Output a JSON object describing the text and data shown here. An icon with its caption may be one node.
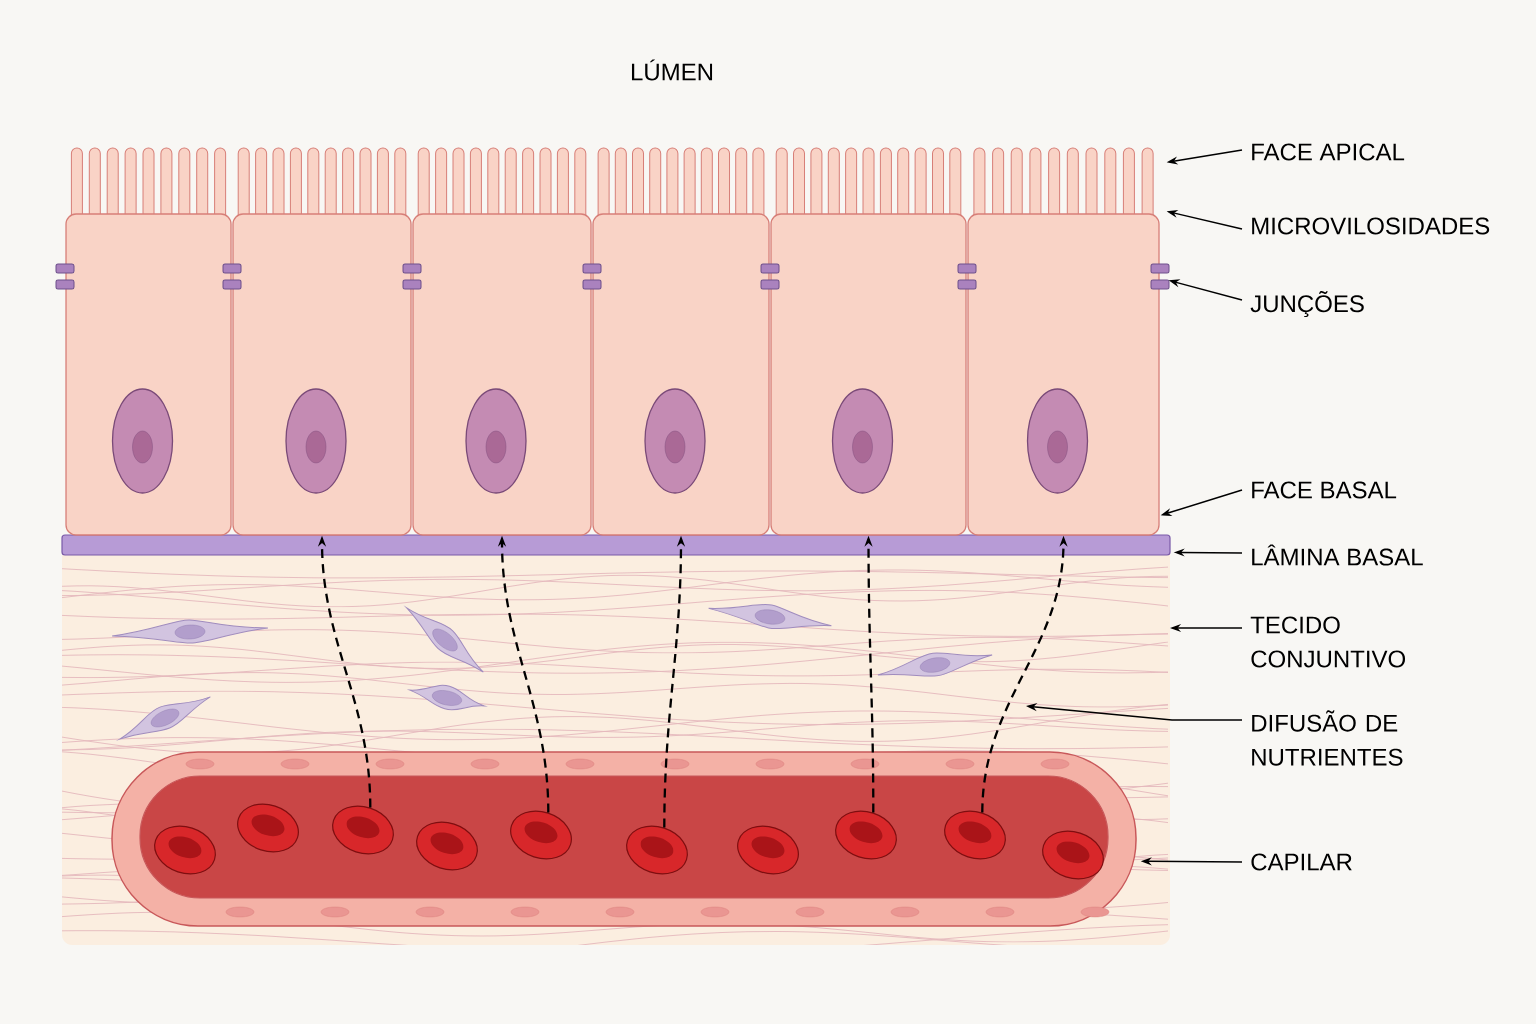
{
  "diagram": {
    "nodes": [
      {
        "text": [
          "FACE APICAL"
        ]
      },
      {
        "text": [
          "MICROVILOSIDADES"
        ]
      },
      {
        "text": [
          "JUNÇÕES"
        ]
      },
      {
        "text": [
          "FACE BASAL"
        ]
      },
      {
        "text": [
          "LÂMINA BASAL"
        ]
      },
      {
        "text": [
          "TECIDO CONJUNTIVO"
        ]
      },
      {
        "text": [
          "DIFUSÃO DE NUTRIENTES"
        ]
      },
      {
        "text": [
          "CAPILAR"
        ]
      },
      {
        "text": [],
        "shape": "box"
      },
      {
        "text": [],
        "shape": "box"
      },
      {
        "text": [],
        "shape": "box"
      },
      {
        "text": [],
        "shape": "box"
      },
      {
        "text": [],
        "shape": "box"
      },
      {
        "text": [],
        "shape": "box"
      },
      {
        "text": [],
        "shape": "bar"
      },
      {
        "text": [],
        "shape": "cylinder"
      },
      {
        "text": [],
        "shape": "circle",
        "in": 15
      },
      {
        "text": [],
        "shape": "circle",
        "in": 15
      },
      {
        "text": [],
        "shape": "circle",
        "in": 15
      },
      {
        "text": [],
        "shape": "circle",
        "in": 15
      },
      {
        "text": [],
        "shape": "circle",
        "in": 15
      },
      {
        "text": [],
        "shape": "circle",
        "in": 15
      },
      {
        "text": [],
        "shape": "circle",
        "in": 15
      },
      {
        "text": [],
        "shape": "circle",
        "in": 15
      },
      {
        "text": [],
        "shape": "circle",
        "in": 15
      },
      {
        "text": [],
        "shape": "circle",
        "in": 15
      }
    ],
    "edges": [
      {
        "from": 0,
        "to": 13,
        "arrow": "to"
      },
      {
        "from": 1,
        "to": 13,
        "arrow": "to"
      },
      {
        "from": 2,
        "to": 13,
        "arrow": "to"
      },
      {
        "from": 3,
        "to": 13,
        "arrow": "to"
      },
      {
        "from": 4,
        "to": 14,
        "arrow": "to"
      },
      {
        "from": 5,
        "to": null,
        "arrow": "to"
      },
      {
        "from": 6,
        "to": null,
        "arrow": "to"
      },
      {
        "from": 7,
        "to": 15,
        "arrow": "to"
      },
      {
        "from": 18,
        "to": 9,
        "arrow": "to",
        "style": "dashed"
      },
      {
        "from": 20,
        "to": 10,
        "arrow": "to",
        "style": "dashed"
      },
      {
        "from": 21,
        "to": 11,
        "arrow": "to",
        "style": "dashed"
      },
      {
        "from": 23,
        "to": 12,
        "arrow": "to",
        "style": "dashed"
      },
      {
        "from": 24,
        "to": 13,
        "arrow": "to",
        "style": "dashed"
      }
    ],
    "labels": [
      "LÚMEN"
    ]
  }
}
